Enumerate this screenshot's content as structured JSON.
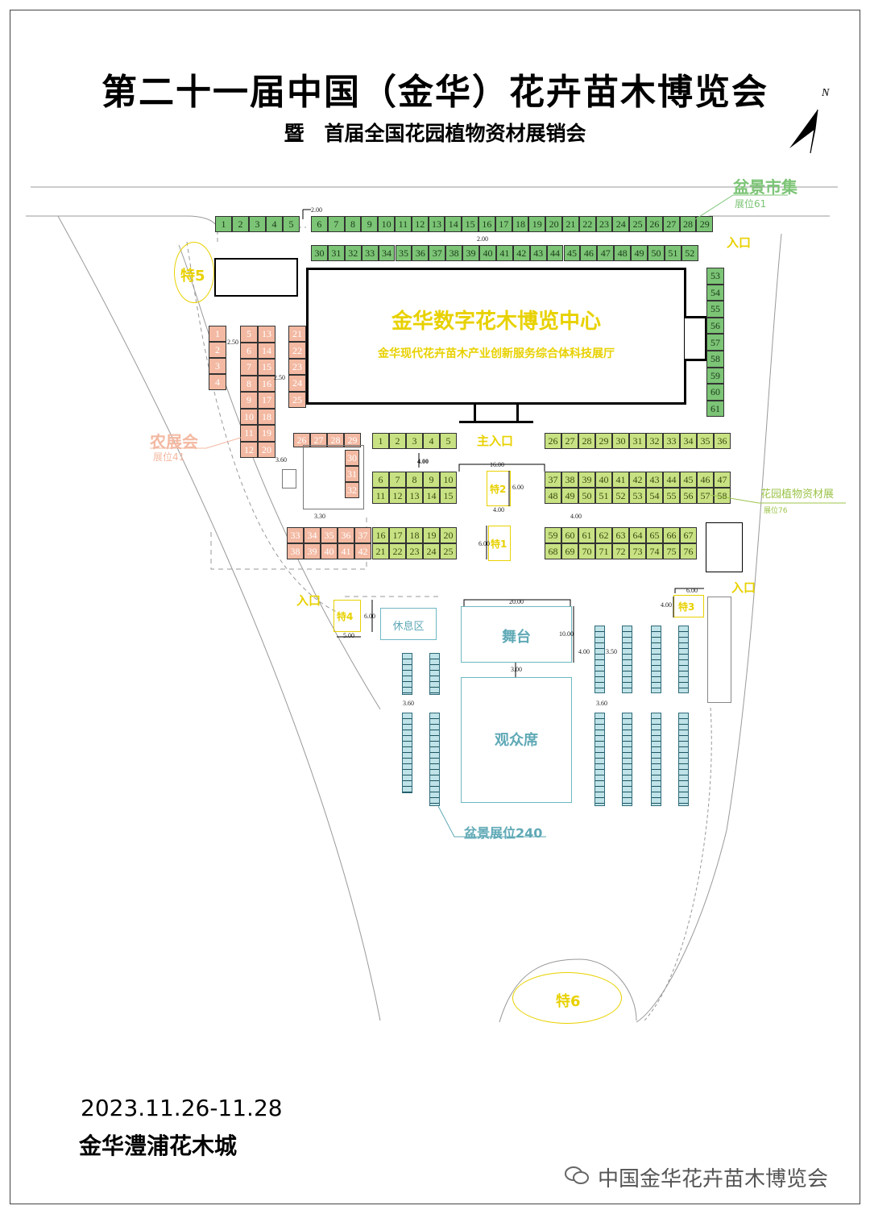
{
  "title": "第二十一届中国（金华）花卉苗木博览会",
  "subtitle": "暨　首届全国花园植物资材展销会",
  "north_label": "N",
  "hall": {
    "name": "金华数字花木博览中心",
    "subname": "金华现代花卉苗木产业创新服务综合体科技展厅"
  },
  "zones": {
    "penjing_market": {
      "name": "盆景市集",
      "count": "展位61"
    },
    "farm_expo": {
      "name": "农展会",
      "count": "展位41"
    },
    "garden_expo": {
      "name": "花园植物资材展",
      "count": "展位76"
    },
    "bonsai_expo": {
      "name": "盆景展位240"
    },
    "stage": "舞台",
    "audience": "观众席",
    "rest": "休息区"
  },
  "entrances": {
    "main": "主入口",
    "entry": "入口"
  },
  "specials": [
    "特1",
    "特2",
    "特3",
    "特4",
    "特5",
    "特6"
  ],
  "dims": {
    "d200": "2.00",
    "d250": "2.50",
    "d360": "3.60",
    "d330": "3.30",
    "d400": "4.00",
    "d1600": "16.00",
    "d600": "6.00",
    "d500": "5.00",
    "d2000": "20.00",
    "d1000": "10.00",
    "d300": "3.00",
    "d350": "3.50"
  },
  "footer": {
    "date": "2023.11.26-11.28",
    "place": "金华澧浦花木城",
    "watermark": "中国金华花卉苗木博览会"
  },
  "colors": {
    "market_green": "#7cc476",
    "garden_green": "#c8e283",
    "farm_pink": "#f3b9a2",
    "bonsai_teal": "#2f6a78",
    "special_yellow": "#e8d100"
  }
}
